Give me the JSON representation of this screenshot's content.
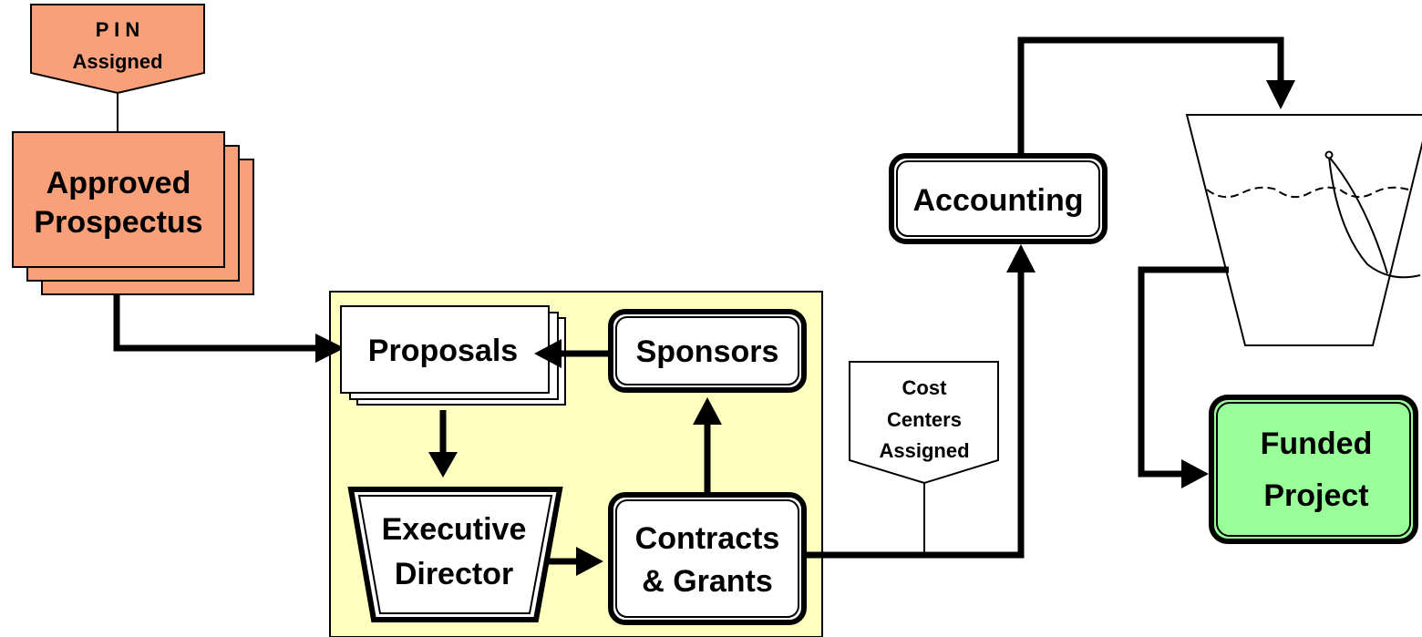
{
  "diagram": {
    "pin_tag": {
      "line1": "P I N",
      "line2": "Assigned"
    },
    "approved_prospectus": {
      "line1": "Approved",
      "line2": "Prospectus"
    },
    "proposals": "Proposals",
    "sponsors": "Sponsors",
    "executive_director": {
      "line1": "Executive",
      "line2": "Director"
    },
    "contracts_grants": {
      "line1": "Contracts",
      "line2": "& Grants"
    },
    "cost_centers_tag": {
      "line1": "Cost",
      "line2": "Centers",
      "line3": "Assigned"
    },
    "accounting": "Accounting",
    "funded_project": {
      "line1": "Funded",
      "line2": "Project"
    }
  },
  "colors": {
    "prospectus_fill": "#F7A07A",
    "review_area_fill": "#FFFFC0",
    "funded_fill": "#99FF99"
  }
}
